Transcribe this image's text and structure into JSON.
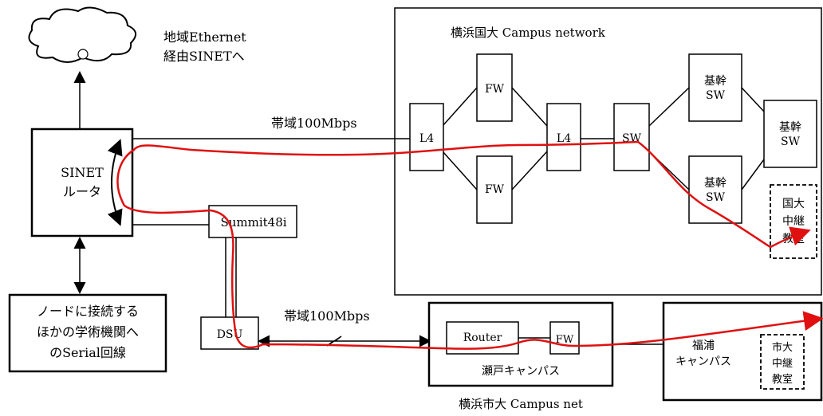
{
  "cloud": {
    "label_line1": "地域Ethernet",
    "label_line2": "経由SINETへ"
  },
  "sinet_router": {
    "line1": "SINET",
    "line2": "ルータ"
  },
  "serial_box": {
    "line1": "ノードに接続する",
    "line2": "ほかの学術機関へ",
    "line3": "のSerial回線"
  },
  "ynu": {
    "title": "横浜国大  Campus network",
    "bandwidth": "帯域100Mbps",
    "l4_left": "L4",
    "fw_top": "FW",
    "fw_bottom": "FW",
    "l4_right": "L4",
    "sw": "SW",
    "core_top_1": "基幹",
    "core_top_2": "SW",
    "core_bottom_1": "基幹",
    "core_bottom_2": "SW",
    "core_right_1": "基幹",
    "core_right_2": "SW",
    "room_1": "国大",
    "room_2": "中継",
    "room_3": "教室"
  },
  "summit": "Summit48i",
  "dsu": "DSU",
  "ycu": {
    "bandwidth": "帯域100Mbps",
    "router": "Router",
    "fw": "FW",
    "campus_seto": "瀬戸キャンパス",
    "title": "横浜市大  Campus net",
    "fukuura_1": "福浦",
    "fukuura_2": "キャンパス",
    "room_1": "市大",
    "room_2": "中継",
    "room_3": "教室"
  },
  "colors": {
    "route": "#e01010",
    "line": "#000000",
    "background": "#ffffff"
  }
}
